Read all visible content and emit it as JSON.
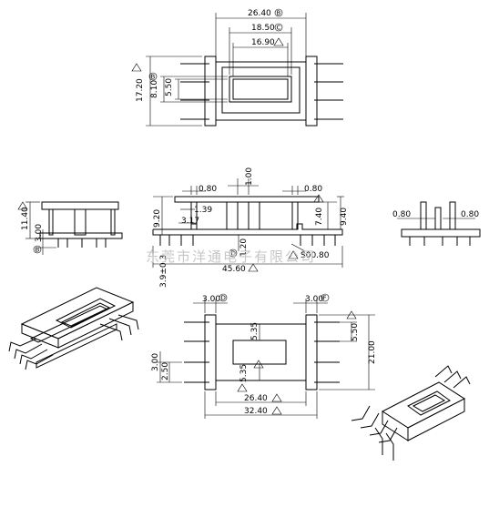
{
  "top_view": {
    "dims": {
      "overall_width": "26.40",
      "inner_width": "18.50",
      "window_width": "16.90",
      "overall_height": "17.20",
      "inner_height": "8.10",
      "window_height": "5.50"
    },
    "markers": {
      "overall_width": "B",
      "inner_width": "C",
      "inner_height": "B"
    }
  },
  "front_view": {
    "dims": {
      "flange_left": "0.80",
      "center_gap": "1.00",
      "flange_right": "0.80",
      "pin_gap": "1.39",
      "pitch": "3.17",
      "height": "9.20",
      "flange_height": "7.40",
      "total_height": "9.40",
      "pin_offset": "1.20",
      "pin_length": "3.9±0.3",
      "pin_square": "S00.80",
      "overall_length": "45.60"
    },
    "markers": {
      "center": "D"
    }
  },
  "left_view": {
    "dims": {
      "height": "11.40",
      "standoff": "3.00"
    },
    "markers": {
      "standoff": "B"
    }
  },
  "right_view": {
    "dims": {
      "left": "0.80",
      "right": "0.80"
    }
  },
  "bottom_view": {
    "dims": {
      "left_pitch": "3.00",
      "right_pitch": "3.00",
      "upper_gap": "5.35",
      "lower_gap": "5.35",
      "pin_span": "5.50",
      "side_a": "3.00",
      "side_b": "2.50",
      "body_width": "26.40",
      "overall_width": "32.40",
      "total_height": "21.00"
    },
    "markers": {
      "left_pitch": "D",
      "right_pitch": "F"
    }
  },
  "watermark": "东莞市洋通电子有限公司"
}
